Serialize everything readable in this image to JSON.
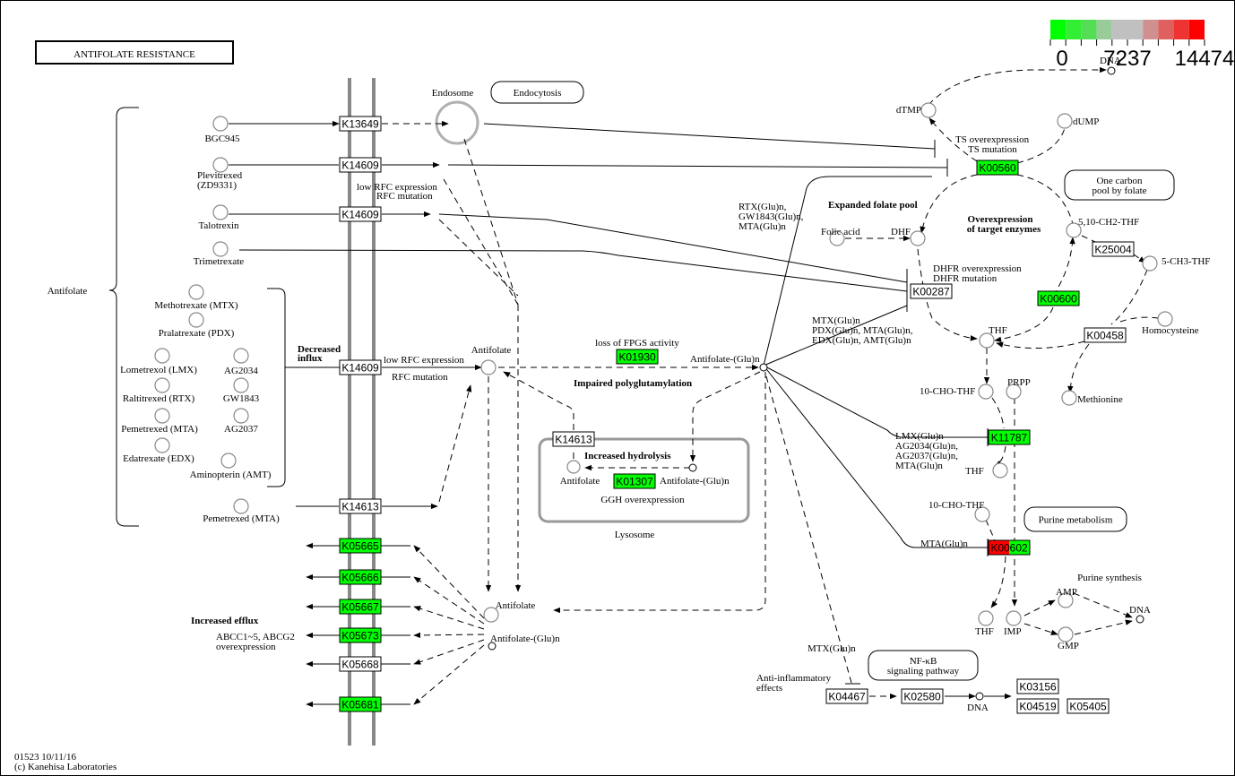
{
  "title": "ANTIFOLATE RESISTANCE",
  "footer": {
    "line1": "01523 10/11/16",
    "line2": "(c) Kanehisa Laboratories"
  },
  "legend": {
    "colors": [
      "#00ff00",
      "#33ee33",
      "#55dd55",
      "#99cc99",
      "#c0c0c0",
      "#c0c0c0",
      "#d09090",
      "#e06060",
      "#ee3333",
      "#ff0000"
    ],
    "ticks": [
      "0",
      "7237",
      "14474"
    ]
  },
  "colors": {
    "high": "#ff0000",
    "low": "#00ff00",
    "none": "#ffffff",
    "membrane": "#888888",
    "compartment": "#999999"
  },
  "groups": {
    "antifolate": "Antifolate",
    "decreased_influx": "Decreased\ninflux",
    "increased_efflux": "Increased efflux",
    "efflux_note1": "ABCC1~5, ABCG2",
    "efflux_note2": "overexpression",
    "endosome": "Endosome",
    "lysosome": "Lysosome",
    "impaired_polyglut": "Impaired polyglutamylation",
    "increased_hydrolysis": "Increased hydrolysis",
    "expanded_folate_pool": "Expanded folate pool",
    "overexpression_target1": "Overexpression",
    "overexpression_target2": "of target enzymes",
    "purine_synthesis": "Purine synthesis"
  },
  "pathway_links": [
    {
      "id": "endocytosis",
      "lines": [
        "Endocytosis"
      ]
    },
    {
      "id": "one-carbon",
      "lines": [
        "One carbon",
        "pool by folate"
      ]
    },
    {
      "id": "purine-metabolism",
      "lines": [
        "Purine metabolism"
      ]
    },
    {
      "id": "nfkb",
      "lines": [
        "NF-κB",
        "signaling pathway"
      ]
    }
  ],
  "drugs": [
    {
      "id": "bgc945",
      "lines": [
        "BGC945"
      ]
    },
    {
      "id": "plevitrexed",
      "lines": [
        "Plevitrexed",
        "(ZD9331)"
      ]
    },
    {
      "id": "talotrexin",
      "lines": [
        "Talotrexin"
      ]
    },
    {
      "id": "trimetrexate",
      "lines": [
        "Trimetrexate"
      ]
    },
    {
      "id": "mtx",
      "lines": [
        "Methotrexate (MTX)"
      ]
    },
    {
      "id": "pdx",
      "lines": [
        "Pralatrexate (PDX)"
      ]
    },
    {
      "id": "lmx",
      "lines": [
        "Lometrexol (LMX)"
      ]
    },
    {
      "id": "ag2034",
      "lines": [
        "AG2034"
      ]
    },
    {
      "id": "rtx",
      "lines": [
        "Raltitrexed (RTX)"
      ]
    },
    {
      "id": "gw1843",
      "lines": [
        "GW1843"
      ]
    },
    {
      "id": "mta",
      "lines": [
        "Pemetrexed (MTA)"
      ]
    },
    {
      "id": "ag2037",
      "lines": [
        "AG2037"
      ]
    },
    {
      "id": "edx",
      "lines": [
        "Edatrexate (EDX)"
      ]
    },
    {
      "id": "amt",
      "lines": [
        "Aminopterin (AMT)"
      ]
    },
    {
      "id": "mta2",
      "lines": [
        "Pemetrexed (MTA)"
      ]
    }
  ],
  "genes": {
    "K13649": {
      "label": "K13649",
      "expr": "none"
    },
    "K14609a": {
      "label": "K14609",
      "expr": "none"
    },
    "K14609b": {
      "label": "K14609",
      "expr": "none"
    },
    "K14609c": {
      "label": "K14609",
      "expr": "none"
    },
    "K14613a": {
      "label": "K14613",
      "expr": "none"
    },
    "K14613b": {
      "label": "K14613",
      "expr": "none"
    },
    "K05665": {
      "label": "K05665",
      "expr": "low"
    },
    "K05666": {
      "label": "K05666",
      "expr": "low"
    },
    "K05667": {
      "label": "K05667",
      "expr": "low"
    },
    "K05673": {
      "label": "K05673",
      "expr": "low"
    },
    "K05668": {
      "label": "K05668",
      "expr": "none"
    },
    "K05681": {
      "label": "K05681",
      "expr": "low"
    },
    "K01930": {
      "label": "K01930",
      "expr": "low"
    },
    "K01307": {
      "label": "K01307",
      "expr": "low"
    },
    "K00560": {
      "label": "K00560",
      "expr": "low"
    },
    "K00287": {
      "label": "K00287",
      "expr": "none"
    },
    "K00600": {
      "label": "K00600",
      "expr": "low"
    },
    "K25004": {
      "label": "K25004",
      "expr": "none"
    },
    "K00458": {
      "label": "K00458",
      "expr": "none"
    },
    "K11787": {
      "label": "K11787",
      "expr": "low"
    },
    "K00602": {
      "label": "K00602",
      "expr": "split"
    },
    "K04467": {
      "label": "K04467",
      "expr": "none"
    },
    "K02580": {
      "label": "K02580",
      "expr": "none"
    },
    "K03156": {
      "label": "K03156",
      "expr": "none"
    },
    "K04519": {
      "label": "K04519",
      "expr": "none"
    },
    "K05405": {
      "label": "K05405",
      "expr": "none"
    }
  },
  "labels": {
    "low_rfc_1": "low RFC expression",
    "rfc_mut_1": "RFC mutation",
    "low_rfc_2": "low RFC expression",
    "rfc_mut_2": "RFC mutation",
    "antifolate_a": "Antifolate",
    "antifolate_b": "Antifolate",
    "antifolate_c": "Antifolate",
    "antifolate_glu_a": "Antifolate-(Glu)n",
    "antifolate_glu_b": "Antifolate-(Glu)n",
    "antifolate_glu_c": "Antifolate-(Glu)n",
    "loss_fpgs": "loss of FPGS activity",
    "ggh": "GGH overexpression",
    "ts_over": "TS overexpression",
    "ts_mut": "TS mutation",
    "dhfr_over": "DHFR overexpression",
    "dhfr_mut": "DHFR mutation",
    "rtx_glu": [
      "RTX(Glu)n,",
      "GW1843(Glu)n,",
      "MTA(Glu)n"
    ],
    "mtx_glu": [
      "MTX(Glu)n",
      "PDX(Glu)n, MTA(Glu)n,",
      "EDX(Glu)n, AMT(Glu)n"
    ],
    "lmx_glu": [
      "LMX(Glu)n",
      "AG2034(Glu)n,",
      "AG2037(Glu)n,",
      "MTA(Glu)n"
    ],
    "mta_glu": "MTA(Glu)n",
    "mtx_glu2": "MTX(Glu)n",
    "anti_inflam": [
      "Anti-inflammatory",
      "effects"
    ],
    "dtmp": "dTMP",
    "dump": "dUMP",
    "dna_top": "DNA",
    "folic": "Folic acid",
    "dhf": "DHF",
    "ch2thf": "5,10-CH2-THF",
    "ch3thf": "5-CH3-THF",
    "thf": "THF",
    "homocys": "Homocysteine",
    "methionine": "Methionine",
    "cho_thf1": "10-CHO-THF",
    "prpp": "PRPP",
    "thf2": "THF",
    "cho_thf2": "10-CHO-THF",
    "thf3": "THF",
    "imp": "IMP",
    "amp": "AMP",
    "gmp": "GMP",
    "dna_purine": "DNA",
    "dna_nfkb": "DNA"
  }
}
